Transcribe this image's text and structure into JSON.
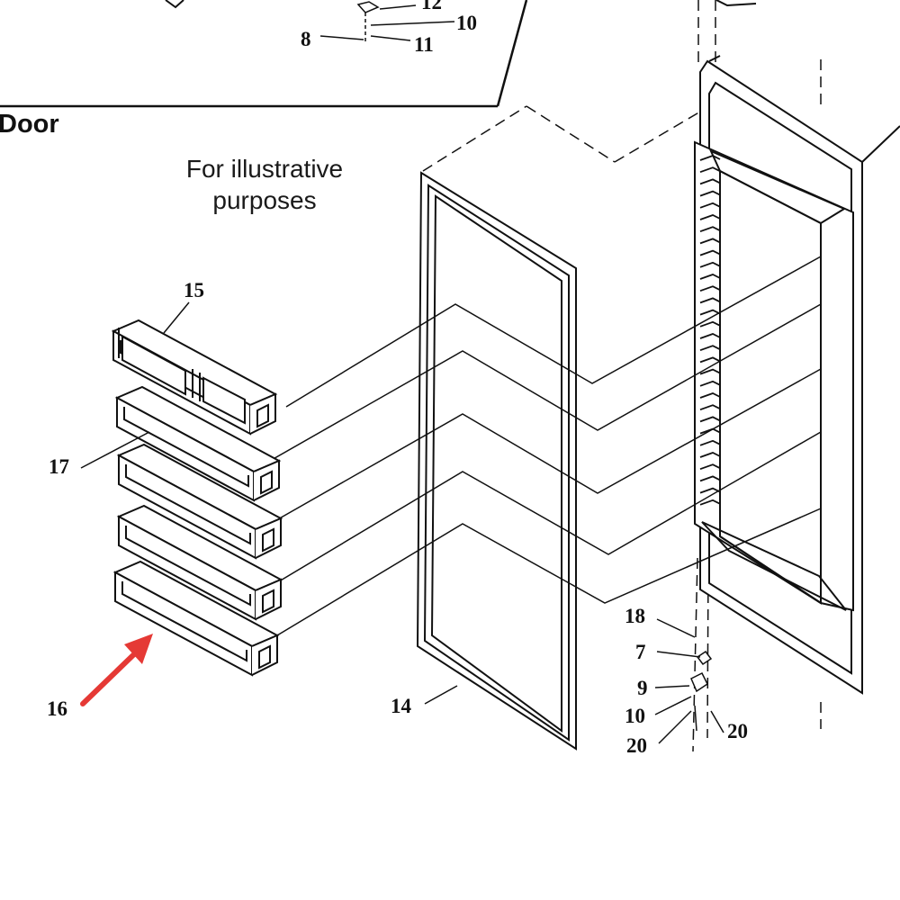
{
  "section": {
    "title": "Door",
    "note_line1": "For illustrative",
    "note_line2": "purposes"
  },
  "callouts": {
    "p8": "8",
    "p11": "11",
    "p12": "12",
    "p10_top": "10",
    "p15": "15",
    "p17": "17",
    "p16": "16",
    "p14": "14",
    "p18": "18",
    "p7": "7",
    "p9": "9",
    "p10_bottom": "10",
    "p20_left": "20",
    "p20_right": "20"
  },
  "highlight": {
    "part": "16",
    "arrow_color": "#e53935"
  }
}
